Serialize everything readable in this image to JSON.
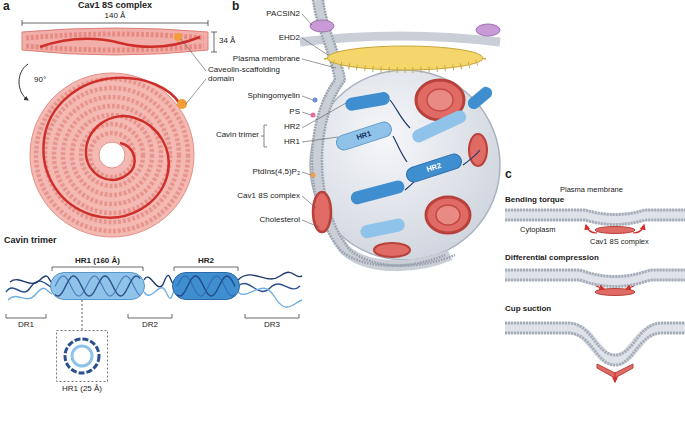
{
  "diagram": {
    "nodes": [
      {
        "text": [
          "HR1 (160 Å)"
        ]
      },
      {
        "text": [
          "HR2"
        ]
      },
      {
        "text": [
          "HR1 (25 Å)"
        ]
      },
      {
        "text": [
          "HR1"
        ]
      },
      {
        "text": [
          "HR2"
        ]
      }
    ],
    "edges": [
      {
        "from": 0,
        "to": 2,
        "arrow": "none"
      }
    ],
    "labels": [
      "a",
      "Cav1 8S complex",
      "140 Å",
      "34 Å",
      "90°",
      "Caveolin-scaffolding domain",
      "Cavin trimer",
      "DR1",
      "DR2",
      "DR3",
      "b",
      "PACSIN2",
      "EHD2",
      "Plasma membrane",
      "Sphingomyelin",
      "PS",
      "HR2",
      "Cavin trimer",
      "HR1",
      "PtdIns(4,5)P₂",
      "Cav1 8S complex",
      "Cholesterol",
      "c",
      "Plasma membrane",
      "Bending torque",
      "Cytoplasm",
      "Cav1 8S complex",
      "Differential compression",
      "Cup suction"
    ]
  }
}
